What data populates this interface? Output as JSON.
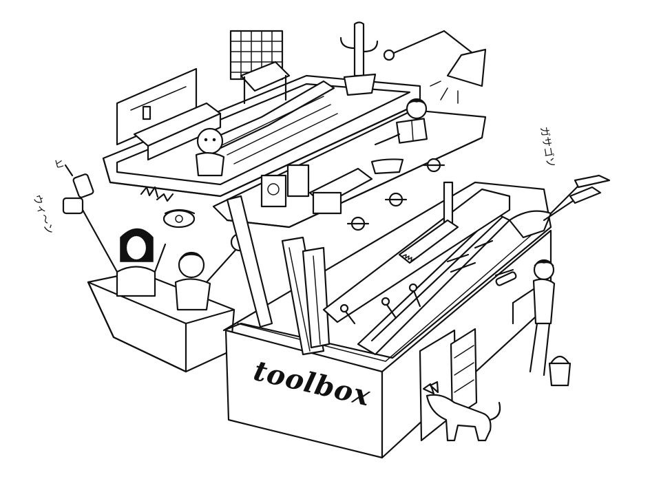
{
  "illustration": {
    "logo_text": "toolbox",
    "sfx_left_1": "ヒ",
    "sfx_left_2": "ウィ〜ン",
    "sfx_right": "ガサゴソ"
  }
}
